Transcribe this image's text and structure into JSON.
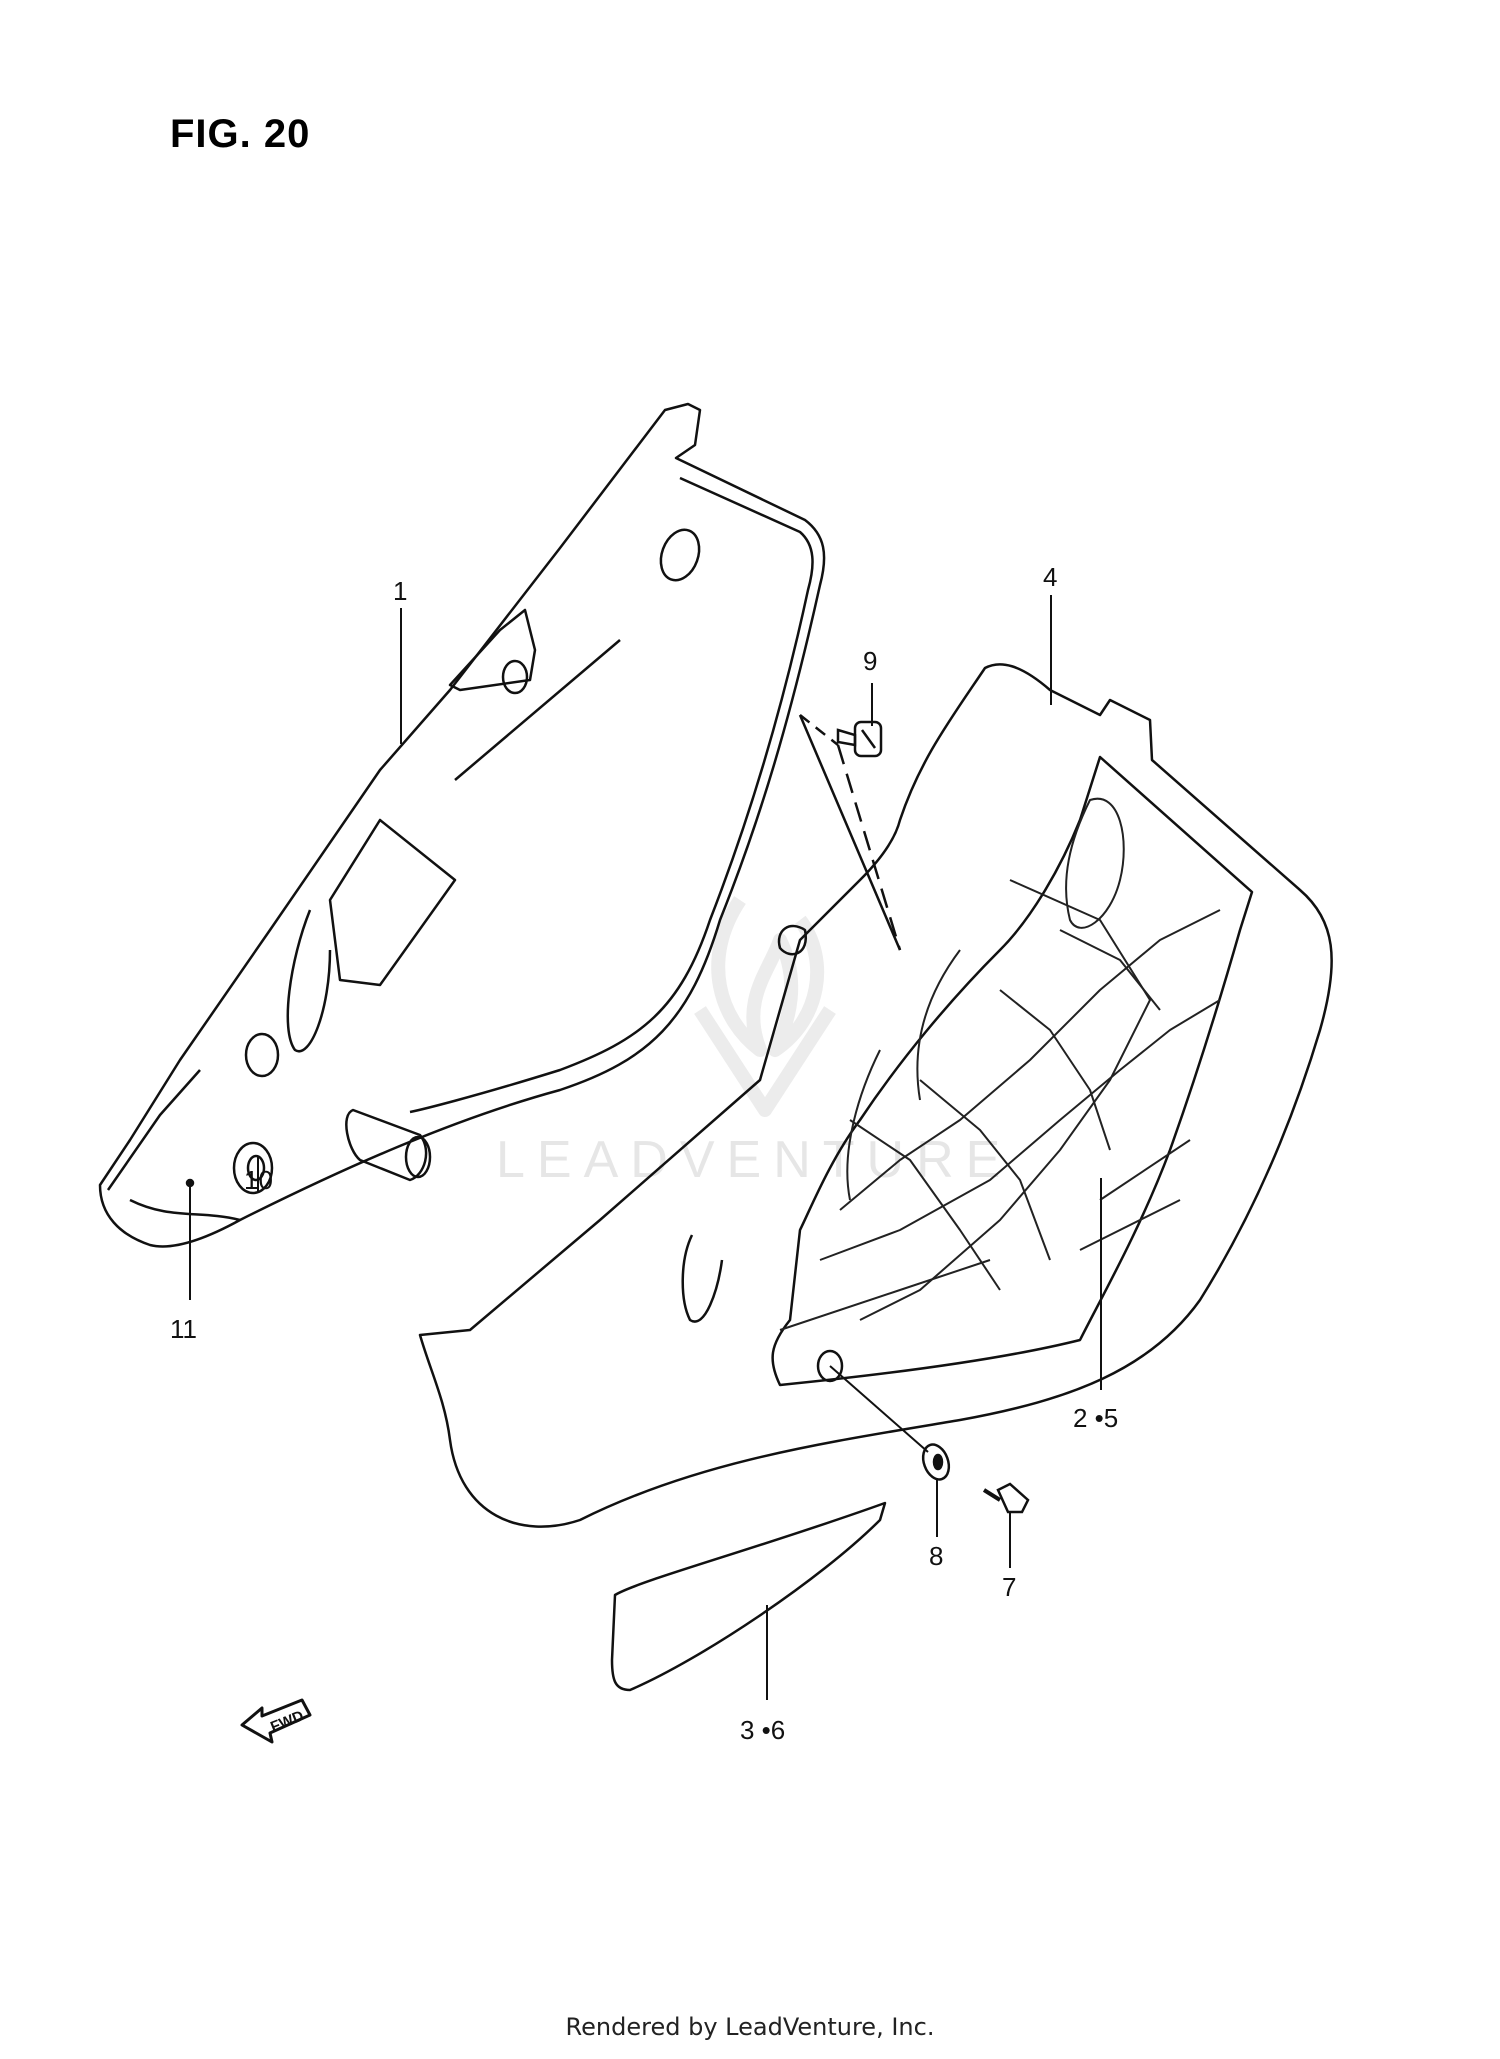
{
  "figure": {
    "title": "FIG. 20"
  },
  "watermark": {
    "text": "LEADVENTURE"
  },
  "callouts": {
    "c1": "1",
    "c4": "4",
    "c9": "9",
    "c10": "10",
    "c11": "11",
    "c25": "2 •5",
    "c8": "8",
    "c7": "7",
    "c36": "3 •6"
  },
  "fwd_label": "FWD",
  "footer": {
    "text": "Rendered by LeadVenture, Inc."
  }
}
